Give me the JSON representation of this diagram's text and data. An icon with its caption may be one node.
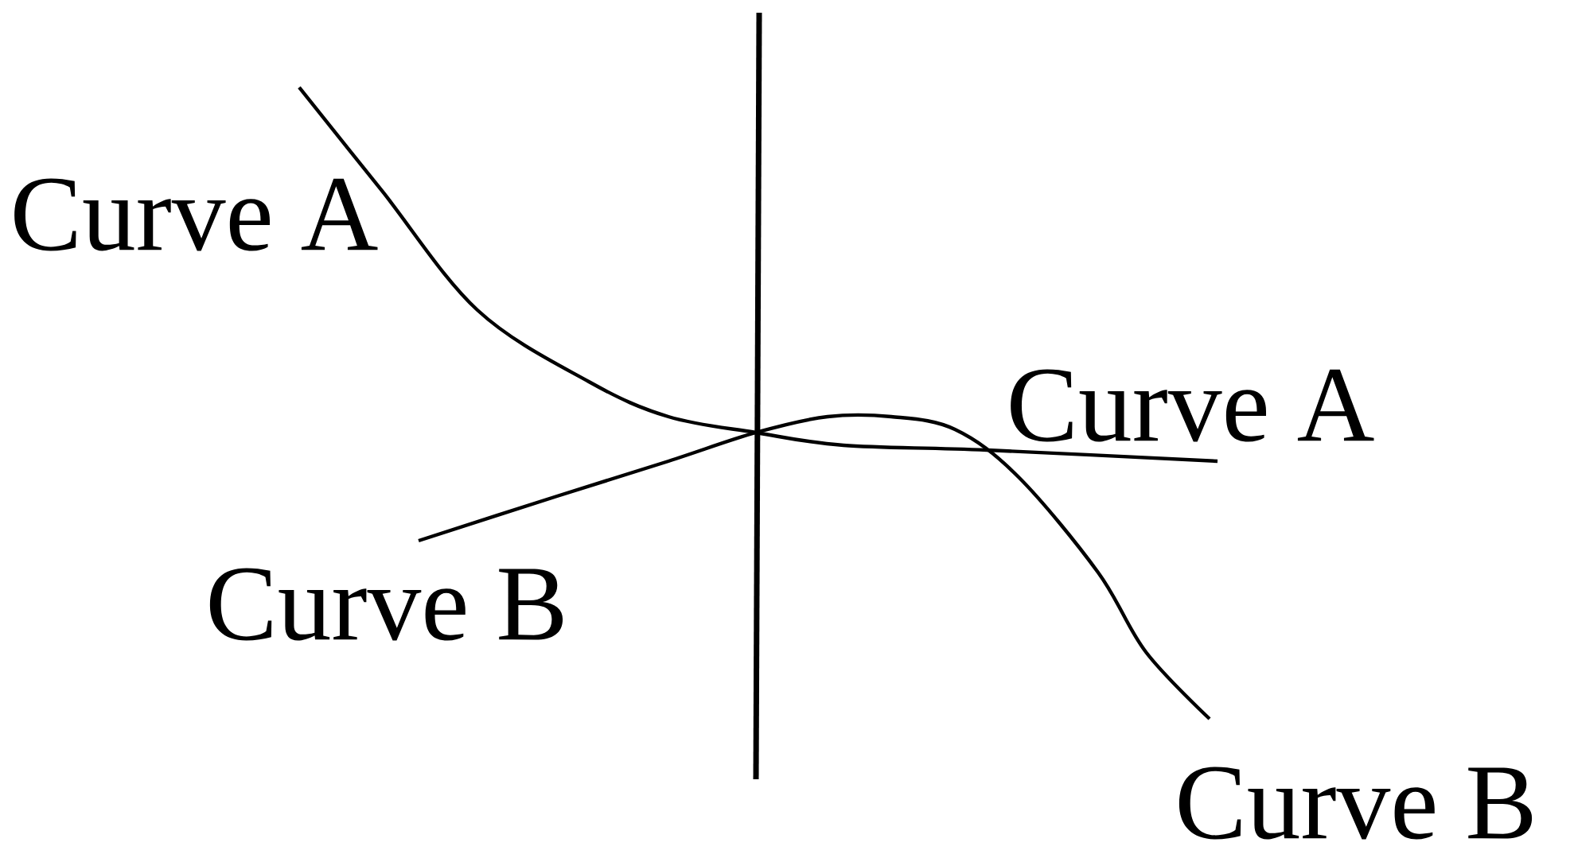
{
  "diagram": {
    "labels": [
      "Curve A",
      "Curve A",
      "Curve B",
      "Curve B"
    ]
  }
}
